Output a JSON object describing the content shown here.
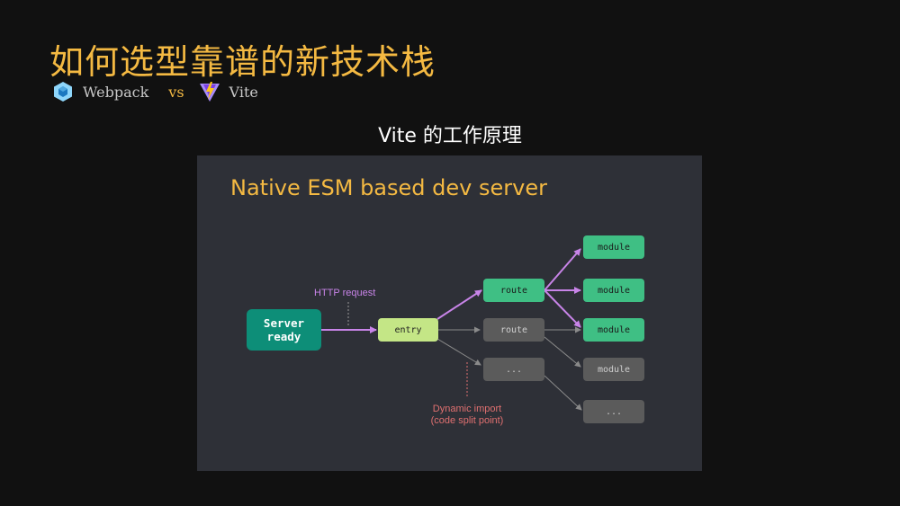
{
  "header": {
    "title": "如何选型靠谱的新技术栈",
    "left_tool": "Webpack",
    "vs": "vs",
    "right_tool": "Vite",
    "subtitle": "Vite 的工作原理"
  },
  "diagram": {
    "title": "Native ESM based dev server",
    "server": "Server\nready",
    "entry": "entry",
    "routes": [
      "route",
      "route",
      "..."
    ],
    "modules": [
      "module",
      "module",
      "module",
      "module",
      "..."
    ],
    "http_label": "HTTP request",
    "dynamic_label": "Dynamic import\n(code split point)"
  },
  "colors": {
    "accent": "#f4b942",
    "green": "#3fbf84",
    "gray": "#5b5b5b",
    "server": "#0d8e78",
    "entry": "#c4e686",
    "purple": "#c884e8",
    "red": "#e07070"
  }
}
